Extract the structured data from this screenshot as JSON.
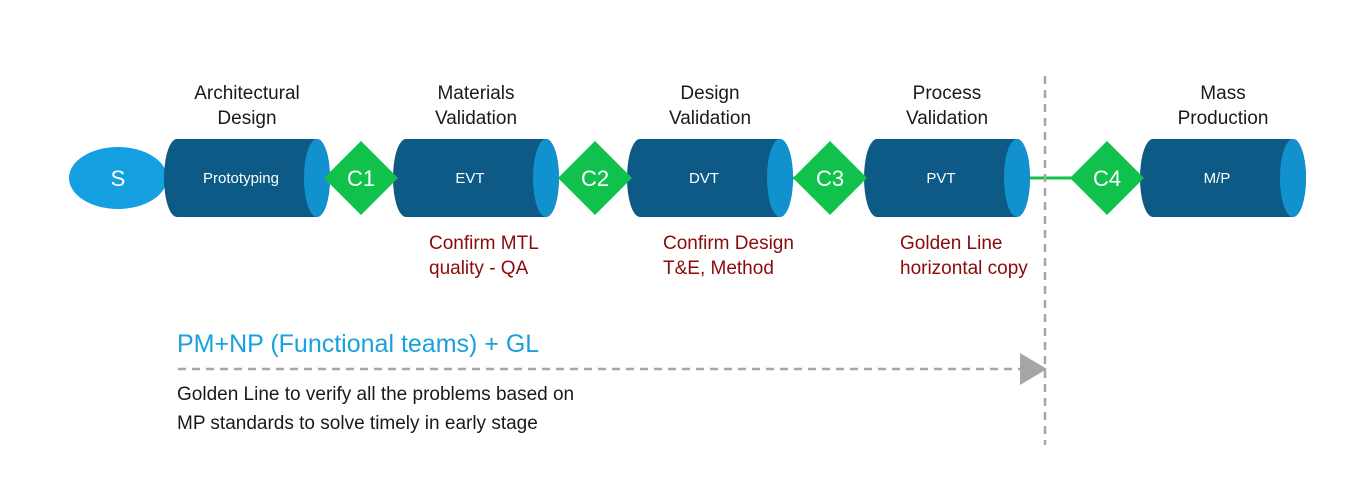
{
  "start": {
    "label": "S"
  },
  "stages": [
    {
      "title": [
        "Architectural",
        "Design"
      ],
      "label": "Prototyping",
      "note": []
    },
    {
      "title": [
        "Materials",
        "Validation"
      ],
      "label": "EVT",
      "note": [
        "Confirm MTL",
        "quality - QA"
      ]
    },
    {
      "title": [
        "Design",
        "Validation"
      ],
      "label": "DVT",
      "note": [
        "Confirm Design",
        "T&E, Method"
      ]
    },
    {
      "title": [
        "Process",
        "Validation"
      ],
      "label": "PVT",
      "note": [
        "Golden Line",
        "horizontal copy"
      ]
    },
    {
      "title": [
        "Mass",
        "Production"
      ],
      "label": "M/P",
      "note": []
    }
  ],
  "checkpoints": [
    "C1",
    "C2",
    "C3",
    "C4"
  ],
  "teams": {
    "label": "PM+NP (Functional teams) + GL"
  },
  "description": [
    "Golden Line to verify all the problems based on",
    "MP standards to solve timely in early stage"
  ],
  "colors": {
    "cylinder_body": "#0d5a86",
    "cylinder_end": "#1192cf",
    "start_node": "#139fe0",
    "diamond": "#10c24c",
    "connector": "#12c24a",
    "note_text": "#8b0a0a",
    "team_text": "#1aa0dc",
    "dashed": "#a6a6a6"
  }
}
